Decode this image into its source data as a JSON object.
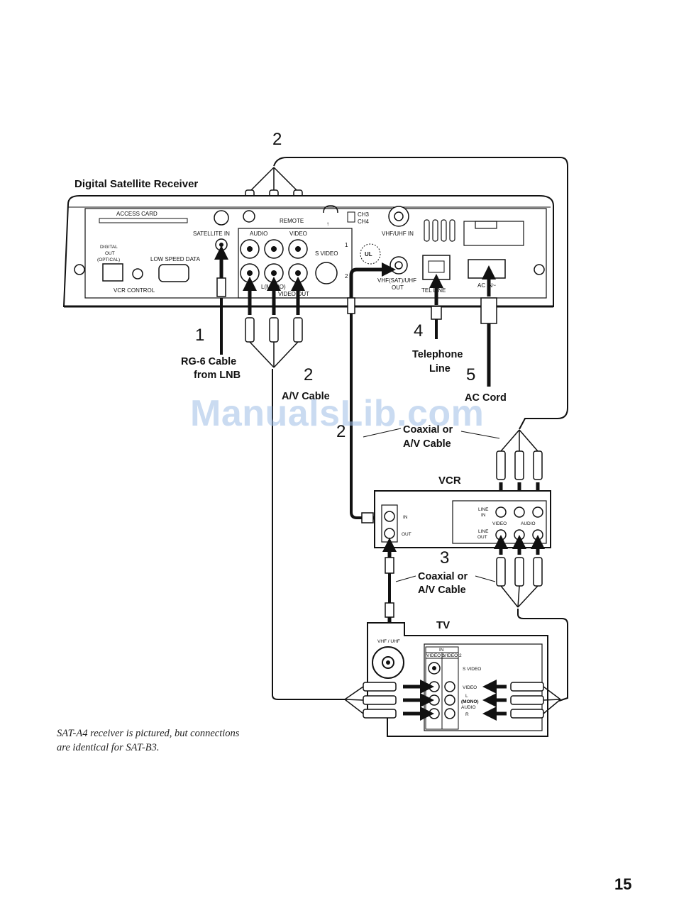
{
  "receiver": {
    "title": "Digital Satellite Receiver",
    "panel": {
      "access_card": "ACCESS CARD",
      "satellite_in": "SATELLITE IN",
      "remote": "REMOTE",
      "audio": "AUDIO",
      "video": "VIDEO",
      "ch3": "CH3",
      "ch4": "CH4",
      "vhf_uhf_in": "VHF/UHF IN",
      "digital_out_1": "DIGITAL",
      "digital_out_2": "OUT",
      "digital_out_3": "(OPTICAL)",
      "low_speed_data": "LOW SPEED DATA",
      "vcr_control": "VCR CONTROL",
      "s_video": "S VIDEO",
      "l_mono": "L(MONO)",
      "video_out": "VIDEO OUT",
      "vhf_sat_uhf_out_1": "VHF(SAT)/UHF",
      "vhf_sat_uhf_out_2": "OUT",
      "tel_line": "TEL LINE",
      "ac_in": "AC IN~",
      "port_1": "1",
      "port_2": "2",
      "ul_mark": "UL"
    }
  },
  "steps": {
    "top_2": "2",
    "step_1": "1",
    "step_2": "2",
    "step_4": "4",
    "step_5": "5",
    "step_2b": "2",
    "step_3": "3"
  },
  "labels": {
    "rg6_line1": "RG-6 Cable",
    "rg6_line2": "from LNB",
    "av_cable": "A/V Cable",
    "telephone_line1": "Telephone",
    "telephone_line2": "Line",
    "ac_cord": "AC Cord",
    "coax_av_1_line1": "Coaxial or",
    "coax_av_1_line2": "A/V Cable",
    "coax_av_2_line1": "Coaxial or",
    "coax_av_2_line2": "A/V Cable"
  },
  "vcr": {
    "title": "VCR",
    "in": "IN",
    "out": "OUT",
    "line_in_1": "LINE",
    "line_in_2": "IN",
    "line_out_1": "LINE",
    "line_out_2": "OUT",
    "video": "VIDEO",
    "audio": "AUDIO"
  },
  "tv": {
    "title": "TV",
    "vhf_uhf": "VHF / UHF",
    "in": "IN",
    "video1": "VIDEO 1",
    "video2": "VIDEO 2",
    "s_video": "S VIDEO",
    "video": "VIDEO",
    "l": "L",
    "mono": "(MONO)",
    "audio": "AUDIO",
    "r": "R"
  },
  "caption": {
    "line1": "SAT-A4 receiver is pictured, but connections",
    "line2": "are identical for SAT-B3."
  },
  "watermark": "ManualsLib.com",
  "page_number": "15"
}
